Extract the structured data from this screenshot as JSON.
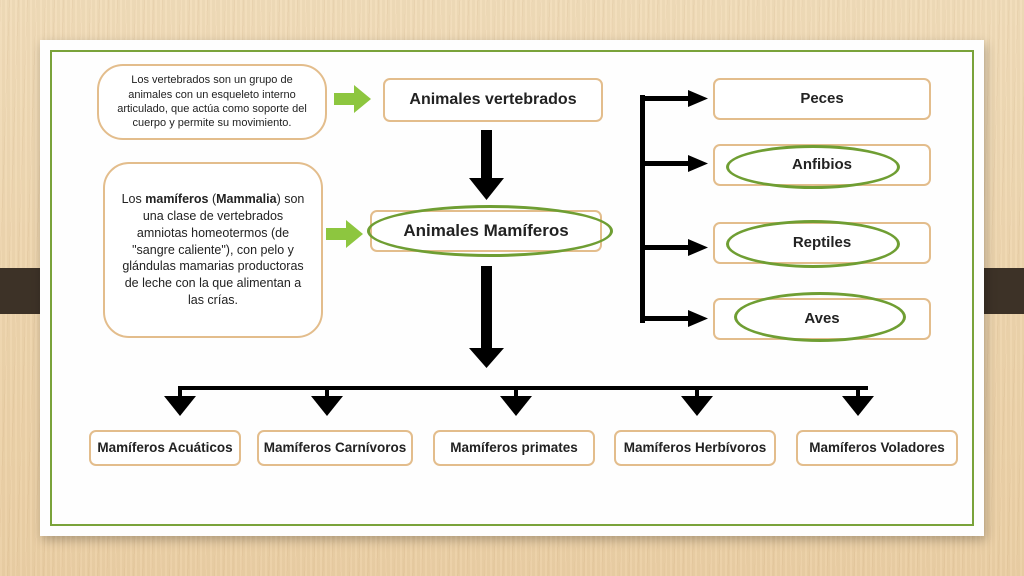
{
  "description_vertebrados": "Los vertebrados son un grupo de animales con un esqueleto interno articulado, que actúa como soporte del cuerpo y permite su movimiento.",
  "description_mamiferos": {
    "part1": "Los ",
    "bold1": "mamíferos",
    "part2": " (",
    "bold2": "Mammalia",
    "part3": ") son una clase de vertebrados amniotas homeotermos (de \"sangre caliente\"), con pelo y glándulas mamarias productoras de leche con la que alimentan a las crías."
  },
  "nodes": {
    "vertebrados": "Animales vertebrados",
    "mamiferos": "Animales Mamíferos"
  },
  "classes": [
    "Peces",
    "Anfibios",
    "Reptiles",
    "Aves"
  ],
  "mammal_types": [
    "Mamíferos Acuáticos",
    "Mamíferos Carnívoros",
    "Mamíferos primates",
    "Mamíferos Herbívoros",
    "Mamíferos Voladores"
  ],
  "colors": {
    "arrow_green": "#8dc63f",
    "box_border": "#e3bd8c",
    "highlight": "#6f9e33"
  }
}
